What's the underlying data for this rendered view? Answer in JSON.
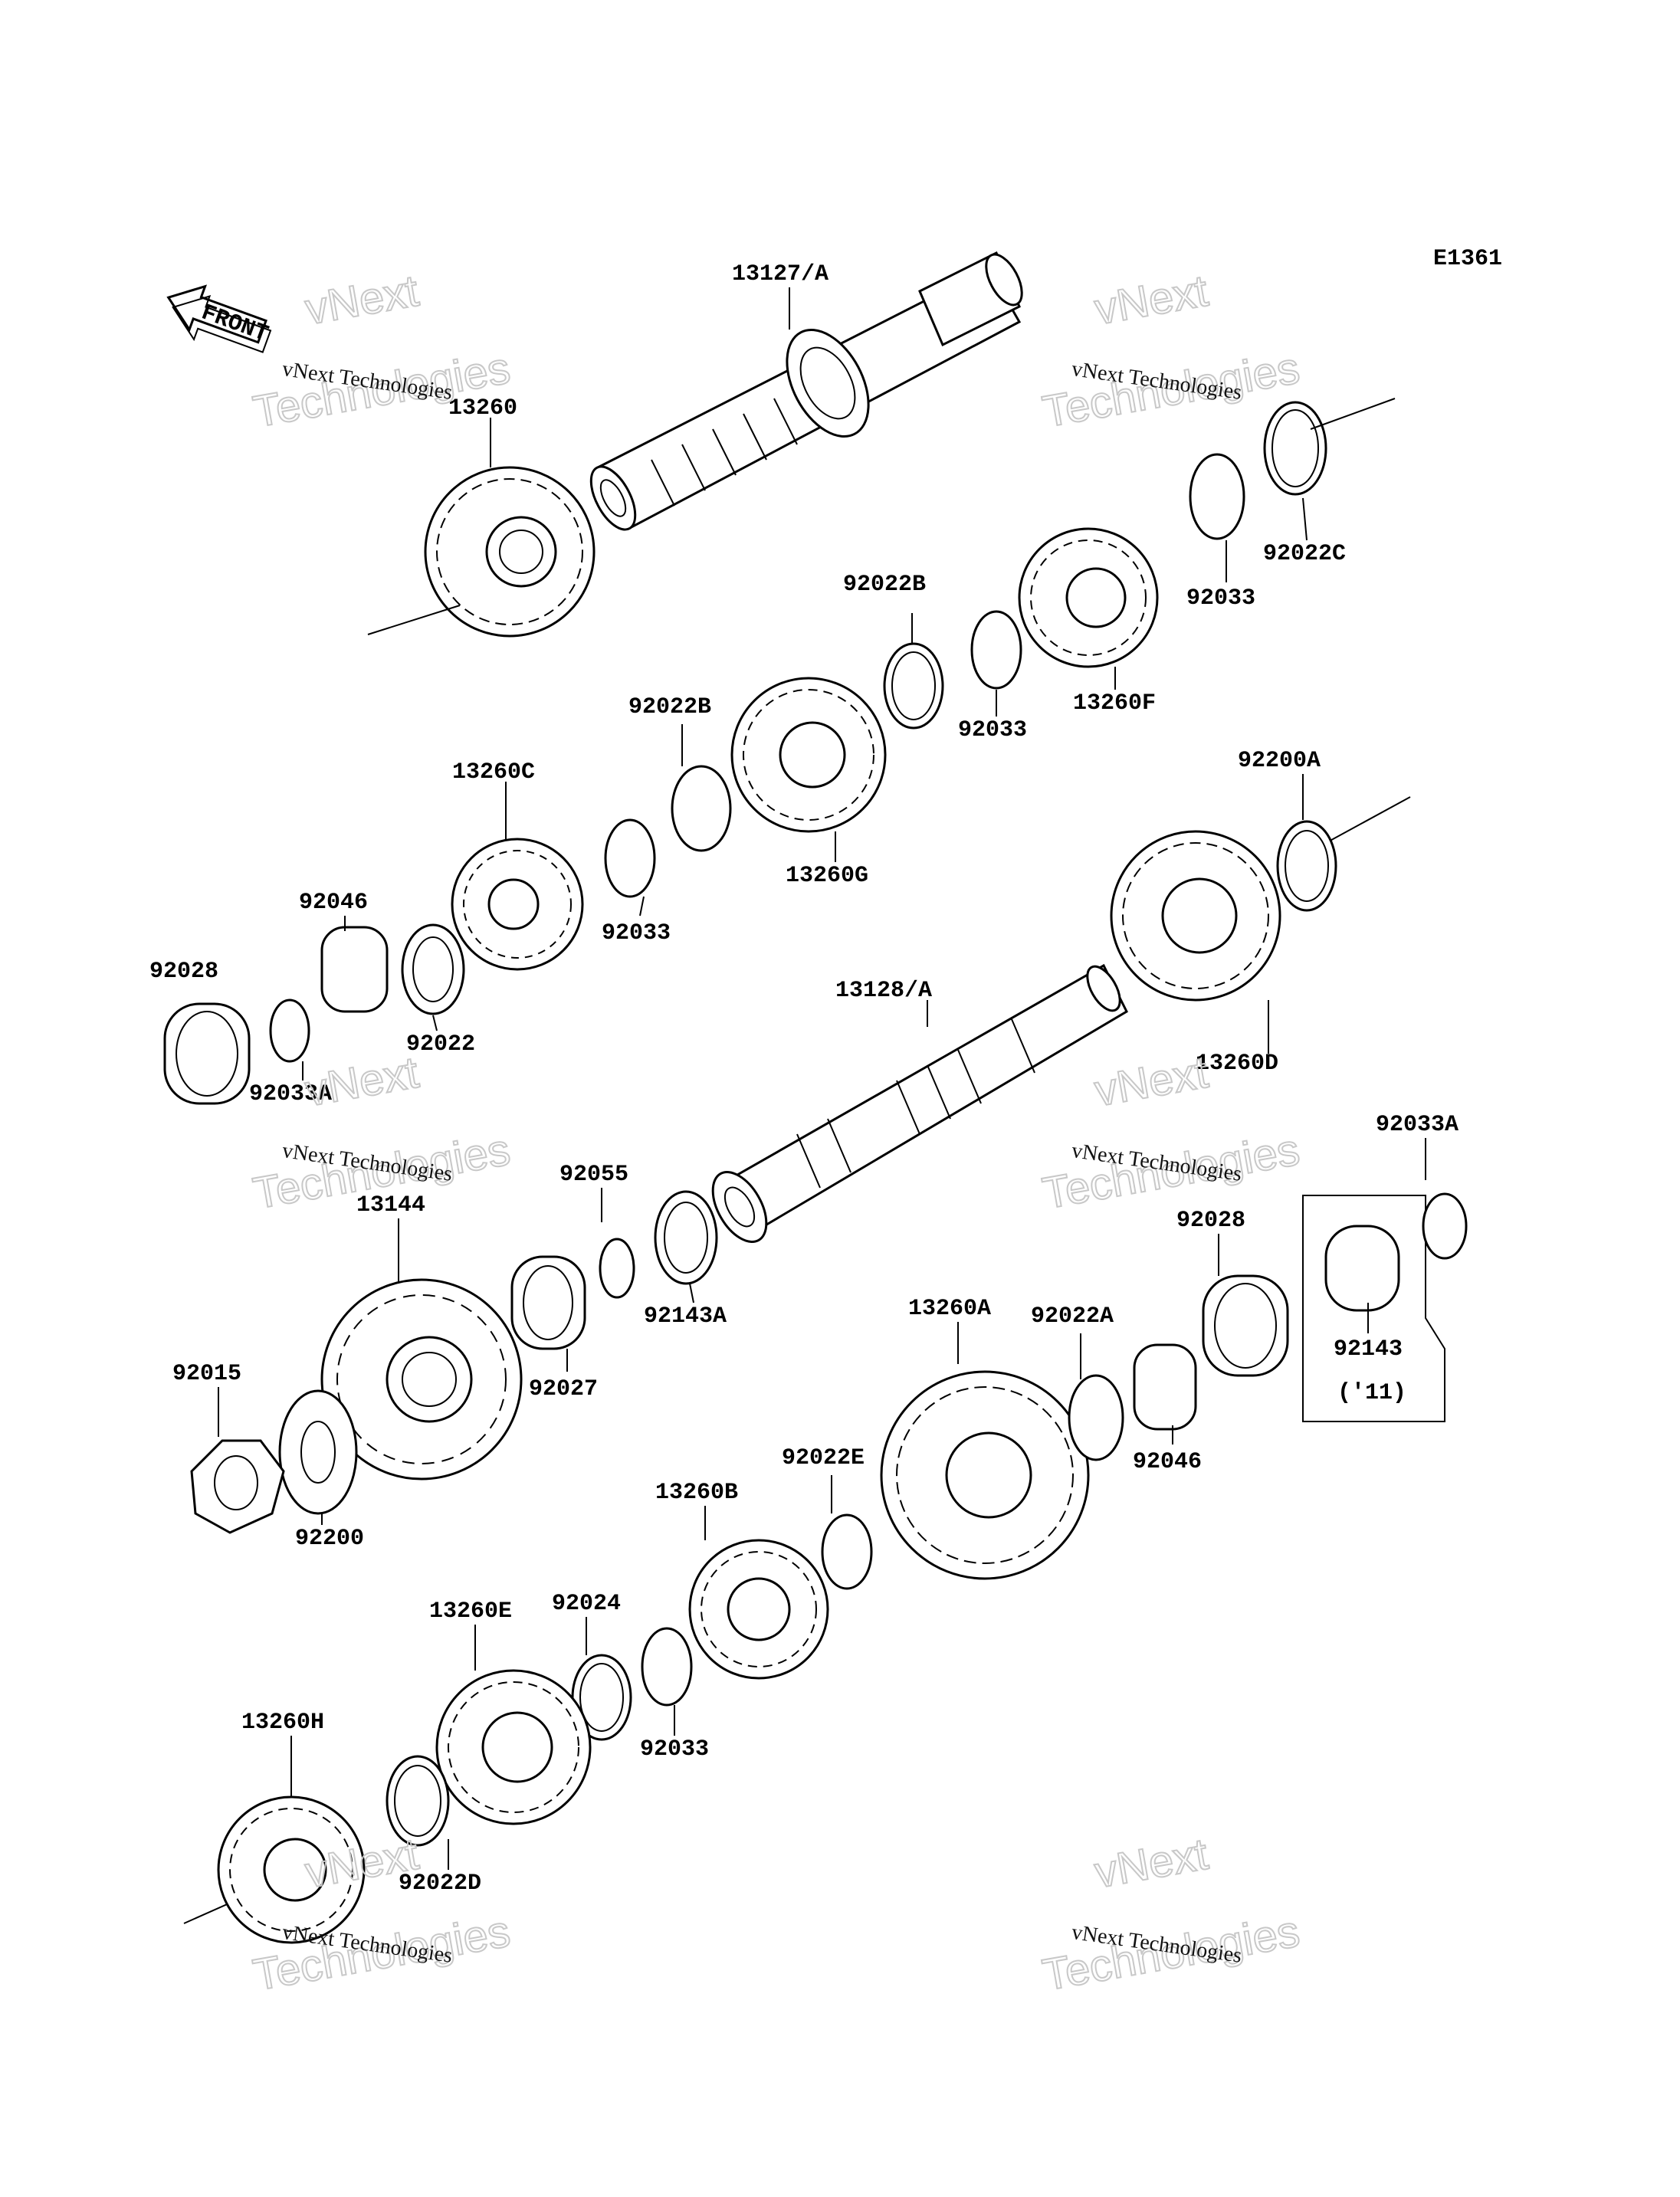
{
  "diagram_code": "E1361",
  "front_label": "FRONT",
  "watermark": {
    "line1": "vNext Technologies",
    "line2": "vNext",
    "line3": "Technologies"
  },
  "callouts": [
    {
      "id": "c1",
      "text": "13127/A"
    },
    {
      "id": "c2",
      "text": "13260"
    },
    {
      "id": "c3",
      "text": "92022C"
    },
    {
      "id": "c4",
      "text": "92033"
    },
    {
      "id": "c5",
      "text": "92022B"
    },
    {
      "id": "c6",
      "text": "92033"
    },
    {
      "id": "c7",
      "text": "13260F"
    },
    {
      "id": "c8",
      "text": "92022B"
    },
    {
      "id": "c9",
      "text": "13260C"
    },
    {
      "id": "c10",
      "text": "92200A"
    },
    {
      "id": "c11",
      "text": "92046"
    },
    {
      "id": "c12",
      "text": "92033"
    },
    {
      "id": "c13",
      "text": "13260G"
    },
    {
      "id": "c14",
      "text": "92028"
    },
    {
      "id": "c15",
      "text": "92022"
    },
    {
      "id": "c16",
      "text": "13128/A"
    },
    {
      "id": "c17",
      "text": "13260D"
    },
    {
      "id": "c18",
      "text": "92033A"
    },
    {
      "id": "c19",
      "text": "92055"
    },
    {
      "id": "c20",
      "text": "92033A"
    },
    {
      "id": "c21",
      "text": "13144"
    },
    {
      "id": "c22",
      "text": "92028"
    },
    {
      "id": "c23",
      "text": "92143A"
    },
    {
      "id": "c24",
      "text": "13260A"
    },
    {
      "id": "c25",
      "text": "92022A"
    },
    {
      "id": "c26",
      "text": "92143"
    },
    {
      "id": "c27",
      "text": "('11)"
    },
    {
      "id": "c28",
      "text": "92015"
    },
    {
      "id": "c29",
      "text": "92027"
    },
    {
      "id": "c30",
      "text": "92046"
    },
    {
      "id": "c31",
      "text": "92200"
    },
    {
      "id": "c32",
      "text": "92022E"
    },
    {
      "id": "c33",
      "text": "13260B"
    },
    {
      "id": "c34",
      "text": "92024"
    },
    {
      "id": "c35",
      "text": "13260E"
    },
    {
      "id": "c36",
      "text": "92033"
    },
    {
      "id": "c37",
      "text": "13260H"
    },
    {
      "id": "c38",
      "text": "92022D"
    }
  ]
}
